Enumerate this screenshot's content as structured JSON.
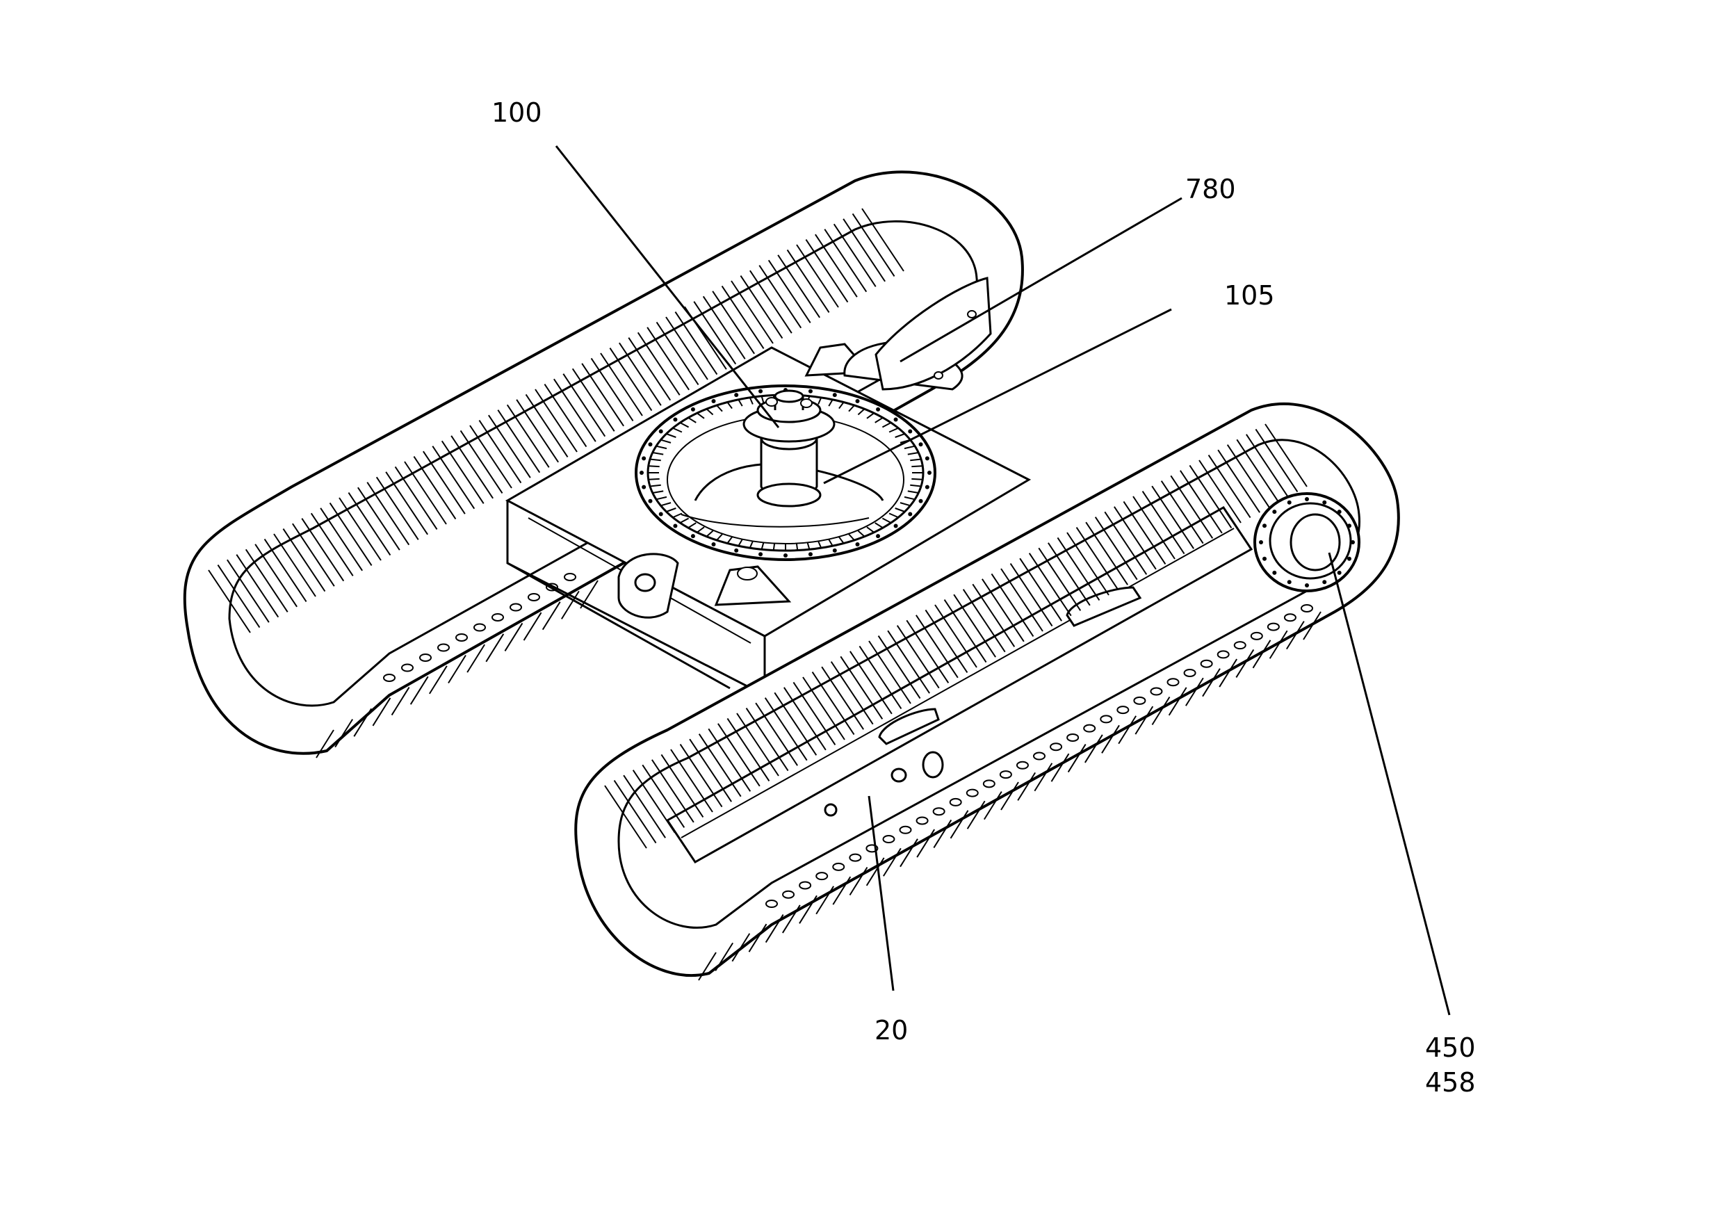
{
  "figure": {
    "callouts": [
      {
        "id": "undercarriage",
        "text": "20"
      },
      {
        "id": "rotary-joint",
        "text": "100"
      },
      {
        "id": "swivel-shaft",
        "text": "105"
      },
      {
        "id": "travel-drive-a",
        "text": "450"
      },
      {
        "id": "travel-drive-b",
        "text": "458"
      },
      {
        "id": "track-guard",
        "text": "780"
      }
    ],
    "ink_color": "#000000",
    "paper_color": "#ffffff"
  }
}
